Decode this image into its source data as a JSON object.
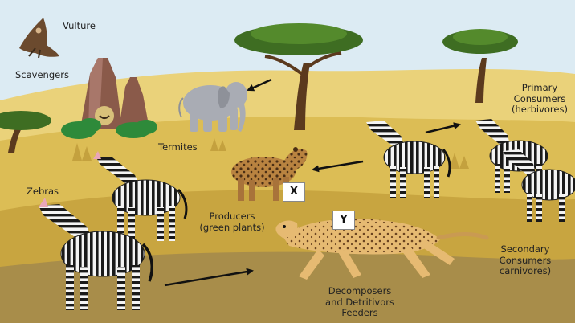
{
  "labels": {
    "vulture": "Vulture",
    "scavengers": "Scavengers",
    "termites": "Termites",
    "zebras": "Zebras",
    "producers_1": "Producers",
    "producers_2": "(green plants)",
    "primary_1": "Primary",
    "primary_2": "Consumers",
    "primary_3": "(herbivores)",
    "secondary_1": "Secondary",
    "secondary_2": "Consumers",
    "secondary_3": "carnivores)",
    "decomposers_1": "Decomposers",
    "decomposers_2": "and Detritivors",
    "decomposers_3": "Feeders"
  },
  "markers": {
    "x": "X",
    "y": "Y"
  },
  "colors": {
    "sky": "#dcebf3",
    "savanna_light": "#ead27a",
    "savanna_mid": "#d8b64a",
    "savanna_dark": "#b89535",
    "ground": "#a88d4a",
    "arrow": "#111111"
  },
  "icons": [
    "vulture-icon",
    "termite-mound-icon",
    "elephant-icon",
    "acacia-tree-icon",
    "zebra-icon",
    "hyena-icon",
    "cheetah-icon",
    "bush-icon"
  ]
}
